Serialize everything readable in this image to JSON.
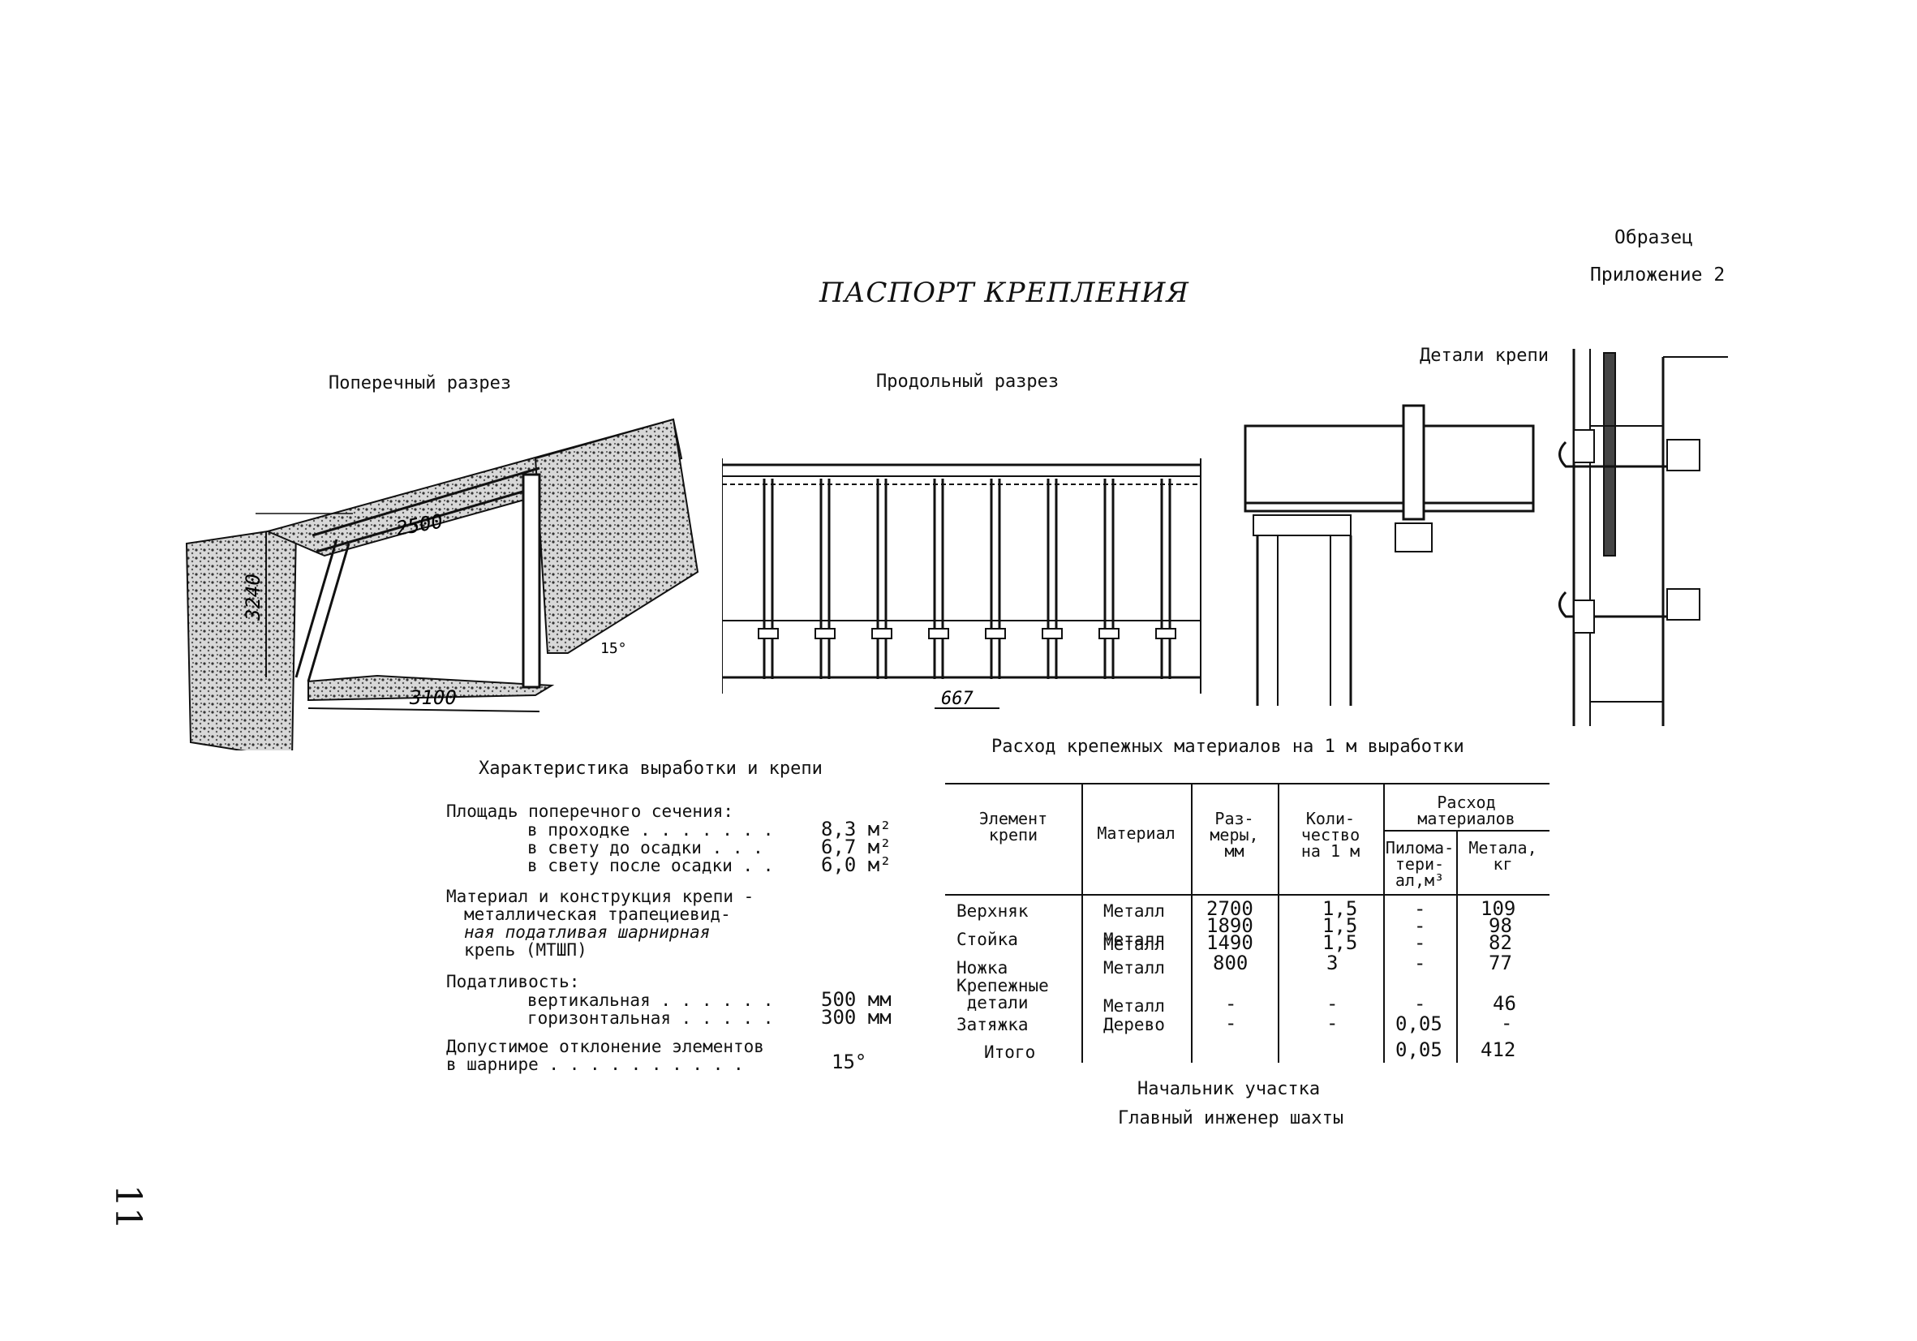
{
  "header": {
    "sample_label": "Образец",
    "appendix_label": "Приложение 2",
    "title": "ПАСПОРТ КРЕПЛЕНИЯ"
  },
  "drawings": {
    "cross_section": {
      "caption": "Поперечный разрез",
      "dim_top": "2500",
      "dim_bottom": "3100",
      "dim_height": "3240",
      "angle": "15°"
    },
    "longitudinal_section": {
      "caption": "Продольный разрез",
      "dim_spacing": "667"
    },
    "details": {
      "caption": "Детали крепи"
    }
  },
  "characteristics": {
    "title": "Характеристика выработки и крепи",
    "area_label": "Площадь поперечного сечения:",
    "area_items": [
      {
        "label": "в проходке . . . . . . .",
        "value": "8,3 м²"
      },
      {
        "label": "в свету до осадки . . .",
        "value": "6,7 м²"
      },
      {
        "label": "в свету после осадки . .",
        "value": "6,0 м²"
      }
    ],
    "material_lines": [
      "Материал и конструкция крепи -",
      "металлическая трапециевид-",
      "ная податливая шарнирная",
      "крепь (МТШП)"
    ],
    "compliance_label": "Податливость:",
    "compliance_items": [
      {
        "label": "вертикальная . . . . . .",
        "value": "500 мм"
      },
      {
        "label": "горизонтальная . . . . .",
        "value": "300 мм"
      }
    ],
    "deviation_lines": [
      "Допустимое отклонение элементов",
      "в шарнире . . . . . . . . . ."
    ],
    "deviation_value": "15°"
  },
  "materials_table": {
    "title": "Расход крепежных материалов на 1 м выработки",
    "headers": {
      "element": "Элемент\nкрепи",
      "material": "Материал",
      "size": "Раз-\nмеры,\nмм",
      "qty": "Коли-\nчество\nна 1 м",
      "consumption": "Расход\nматериалов",
      "timber": "Пилома-\nтери-\nал,м³",
      "metal": "Метала,\nкг"
    },
    "rows": [
      {
        "element": "Верхняк",
        "material": "Металл",
        "size": "2700",
        "qty": "1,5",
        "timber": "-",
        "metal": "109"
      },
      {
        "element": "Стойка",
        "material": "Металл",
        "size": "1890",
        "qty": "1,5",
        "timber": "-",
        "metal": "98"
      },
      {
        "element": "",
        "material": "Металл",
        "size": "1490",
        "qty": "1,5",
        "timber": "-",
        "metal": "82"
      },
      {
        "element": "Ножка",
        "material": "Металл",
        "size": "800",
        "qty": "3",
        "timber": "-",
        "metal": "77"
      },
      {
        "element": "Крепежные\n детали",
        "material": "Металл",
        "size": "-",
        "qty": "-",
        "timber": "-",
        "metal": "46"
      },
      {
        "element": "Затяжка",
        "material": "Дерево",
        "size": "-",
        "qty": "-",
        "timber": "0,05",
        "metal": "-"
      },
      {
        "element": "Итого",
        "material": "",
        "size": "",
        "qty": "",
        "timber": "0,05",
        "metal": "412"
      }
    ]
  },
  "signatures": {
    "section_head": "Начальник участка",
    "chief_engineer": "Главный инженер шахты"
  },
  "page_number": "11"
}
